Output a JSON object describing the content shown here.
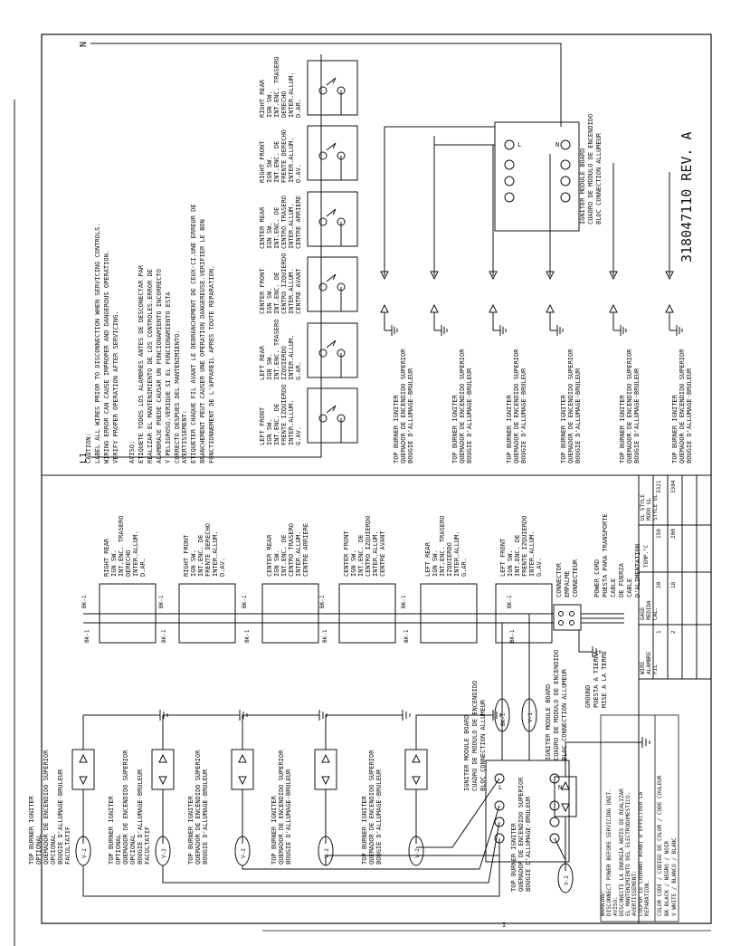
{
  "doc_number": "318047110 REV. A",
  "line_labels": {
    "neutral": "N",
    "line1": "L1"
  },
  "notices": {
    "caution": [
      "CAUTION:",
      "LABEL ALL WIRES PRIOR TO DISCONNECTION WHEN SERVICING CONTROLS.",
      "WIRING ERROR CAN CAUSE IMPROPER AND DANGEROUS OPERATION.",
      "VERIFY PROPER OPERATION AFTER SERVICING."
    ],
    "aviso": [
      "AVISO:",
      "ETIQUETE TODOS LOS ALAMBRES ANTES DE DESCONECTAR PAR",
      "REALIZAR EL MANTENIMIENTO DE LOS CONTROLES.ERROR DE",
      "ALAMBRAJE PUEDE CAUSAR UN FUNCIONAMIENTO INCORRECTO",
      "Y PELIGROSO.VERIQUE SI EL FUNCIONAMIENTO ESTA",
      "CORRECTO DESPUES DEL MANTENIMIENTO."
    ],
    "avertissement": [
      "AVERTISSEMENT:",
      "ETIQUETER CHAQUE FIL AVANT LE DEBRANCHEMENT DE CEUX-CI.UNE ERREUR DE",
      "BRANCHEMENT PEUT CAUSER UNE OPERATION DANGEREUSE.VERIFIER LE BON",
      "FONCTIONNEMENT DE L'APPAREIL APRES TOUTE REPARATION."
    ]
  },
  "upper_switches": [
    [
      "LEFT FRONT",
      "IGN SW.",
      "INT.ENC. DE",
      "FRENTE IZQUIERDO",
      "INTER.ALLUM.",
      "G.AV."
    ],
    [
      "LEFT REAR",
      "IGN SW.",
      "INT.ENC. TRASERO",
      "IZQUIERDO",
      "INTER.ALLUM.",
      "G.AR."
    ],
    [
      "CENTER FRONT",
      "IGN SW.",
      "INT.ENC. DE",
      "CENTRO IZQUIERDO",
      "INTER.ALLUM.",
      "CENTRE AVANT"
    ],
    [
      "CENTER REAR",
      "IGN SW.",
      "INT.ENC. DE",
      "CENTRO TRASERO",
      "INTER.ALLUM.",
      "CENTRE ARRIERE"
    ],
    [
      "RIGHT FRONT",
      "IGN SW.",
      "INT.ENC. DE",
      "FRENTE DERECHO",
      "INTER.ALLUM.",
      "D.AV."
    ],
    [
      "RIGHT REAR",
      "IGN SW.",
      "INT.ENC. TRASERO",
      "DERECHO",
      "INTER.ALLUM.",
      "D.AR."
    ]
  ],
  "top_igniter_label": [
    "TOP BURNER IGNITER",
    "QUEMADOR DE ENCENDIDO SUPERIOR",
    "BOUGIE D'ALLUMAGE-BRULEUR"
  ],
  "top_igniter_optional_label": [
    "TOP BURNER IGNITER",
    "OPTIONAL",
    "QUEMADOR DE ENCENDIDO SUPERIOR",
    "OPCIONAL",
    "BOUGIE D'ALLUMAGE-BRULEUR",
    "FACULTATIF"
  ],
  "module_board_label": [
    "IGNITER MODULE BOARD",
    "CUADRO DE MODULO DE ENCENDIDO",
    "BLOC CONNECTION ALLUMEUR"
  ],
  "terminals": {
    "line": "L",
    "neutral": "N"
  },
  "lower_switches": [
    [
      "RIGHT REAR",
      "IGN SW.",
      "INT.ENC. TRASERO",
      "DERECHO",
      "INTER.ALLUM.",
      "D.AR."
    ],
    [
      "RIGHT FRONT",
      "IGN SW.",
      "INT.ENC. DE",
      "FRENTE DERECHO",
      "INTER.ALLUM.",
      "D.AV."
    ],
    [
      "CENTER REAR",
      "IGN SW.",
      "INT.ENC. DE",
      "CENTRO TRASERO",
      "INTER.ALLUM.",
      "CENTRE ARRIERE"
    ],
    [
      "CENTER FRONT",
      "IGN SW.",
      "INT.ENC. DE",
      "CENTRO IZQUIERDO",
      "INTER.ALLUM.",
      "CENTRE AVANT"
    ],
    [
      "LEFT REAR",
      "IGN SW.",
      "INT.ENC. TRASERO",
      "IZQUIERDO",
      "INTER.ALLUM.",
      "G.AR."
    ],
    [
      "LEFT FRONT",
      "IGN SW.",
      "INT.ENC. DE",
      "FRENTE IZQUIERDO",
      "INTER.ALLUM.",
      "G.AV."
    ]
  ],
  "wire_tags": {
    "black": "BK-1",
    "violet": "V-1",
    "violet2": "V-2"
  },
  "connector_label": [
    "CONNECTOR",
    "EMPALME",
    "CONNECTEUR"
  ],
  "power_cord_label": [
    "POWER CORD",
    "PUESTA PARA TRANSPORTE",
    "CABLE",
    "DE FUERZA",
    "CABLE",
    "D'ALIMENTATION"
  ],
  "ground_label": [
    "GROUND",
    "PUESTA A TIERRA",
    "MISE A LA TERRE"
  ],
  "wire_table": {
    "rows": [
      [
        "WIRE",
        "ALAMBRE",
        "FIL"
      ],
      [
        "1",
        "2"
      ],
      [
        "GAGE",
        "MEDIDA",
        "CAL."
      ],
      [
        "20",
        "18"
      ],
      [
        "TEMP.°C"
      ],
      [
        "150",
        "200"
      ],
      [
        "UL STYLE",
        "MODO UL",
        "STYLE UL"
      ],
      [
        "3321",
        "3304"
      ]
    ]
  },
  "warning": [
    "WARNING:",
    "DISCONNECT POWER BEFORE SERVICING UNIT.",
    "AVISO:",
    "DESCONECTE LA ENERGIA ANTES DE REALIZAR",
    "EL MANTENIMIENTO DEL ELECTRODOMESTICO.",
    "AVERTISSEMENT:",
    "COUPER LE COURANT AVANT D'EFFECTUER LA",
    "REPARATION."
  ],
  "color_code": [
    "COLOR CODE / CODIGO DE COLOR / CODE COULEUR",
    "BK BLACK / NEGRO / NOIR",
    "V WHITE / BLANCO / BLANC"
  ],
  "page_mark": "I"
}
